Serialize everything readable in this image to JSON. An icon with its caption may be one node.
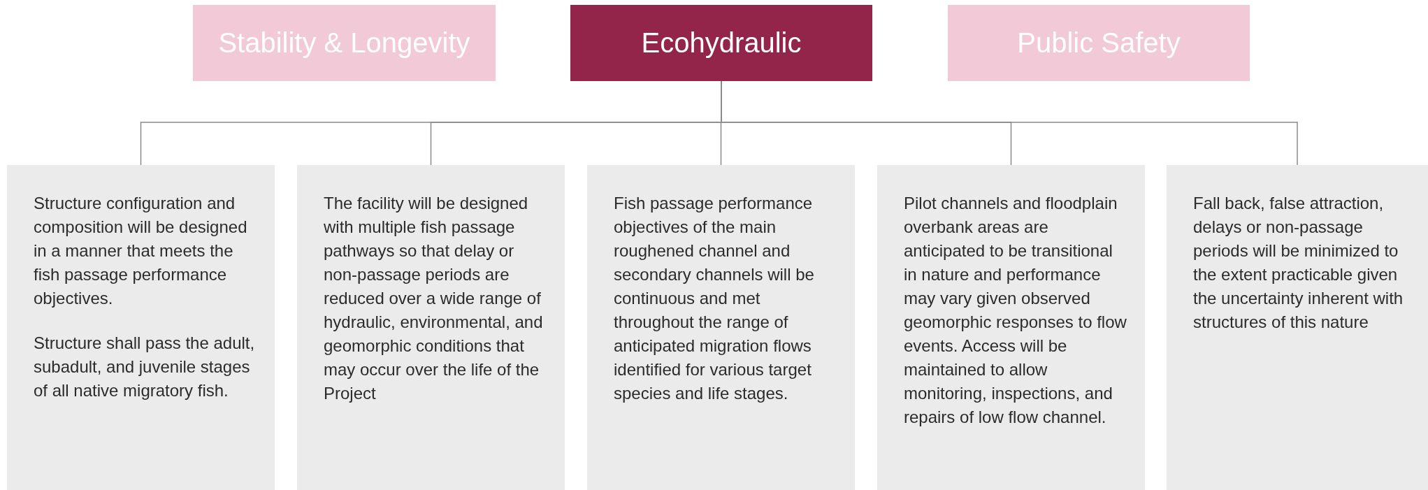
{
  "diagram": {
    "nodes": [
      {
        "text": [
          "Stability & Longevity"
        ]
      },
      {
        "text": [
          "Ecohydraulic"
        ]
      },
      {
        "text": [
          "Public Safety"
        ]
      },
      {
        "text": [
          "Structure configuration and composition will be designed in a manner that meets the fish passage performance objectives.",
          "Structure shall pass the adult, subadult, and juvenile stages of all native migratory fish."
        ]
      },
      {
        "text": [
          "The facility will be designed with multiple fish passage pathways so that delay or non-passage periods are reduced over a wide range of hydraulic, environmental, and geomorphic conditions that may occur over the life of the Project"
        ]
      },
      {
        "text": [
          "Fish passage performance objectives of the main roughened channel and secondary channels will be continuous and met throughout the range of anticipated migration flows identified for various target species and life stages."
        ]
      },
      {
        "text": [
          "Pilot channels and floodplain overbank areas are anticipated to be transitional in nature and performance may vary given observed geomorphic responses to flow events. Access will be maintained to allow monitoring, inspections, and repairs of low flow channel."
        ]
      },
      {
        "text": [
          "Fall back, false attraction, delays or non-passage periods will be minimized to the extent practicable given the uncertainty inherent with structures of this nature"
        ]
      }
    ],
    "edges": [
      {
        "from": 1,
        "to": 3,
        "arrow": "none"
      },
      {
        "from": 1,
        "to": 4,
        "arrow": "none"
      },
      {
        "from": 1,
        "to": 5,
        "arrow": "none"
      },
      {
        "from": 1,
        "to": 6,
        "arrow": "none"
      },
      {
        "from": 1,
        "to": 7,
        "arrow": "none"
      }
    ]
  }
}
